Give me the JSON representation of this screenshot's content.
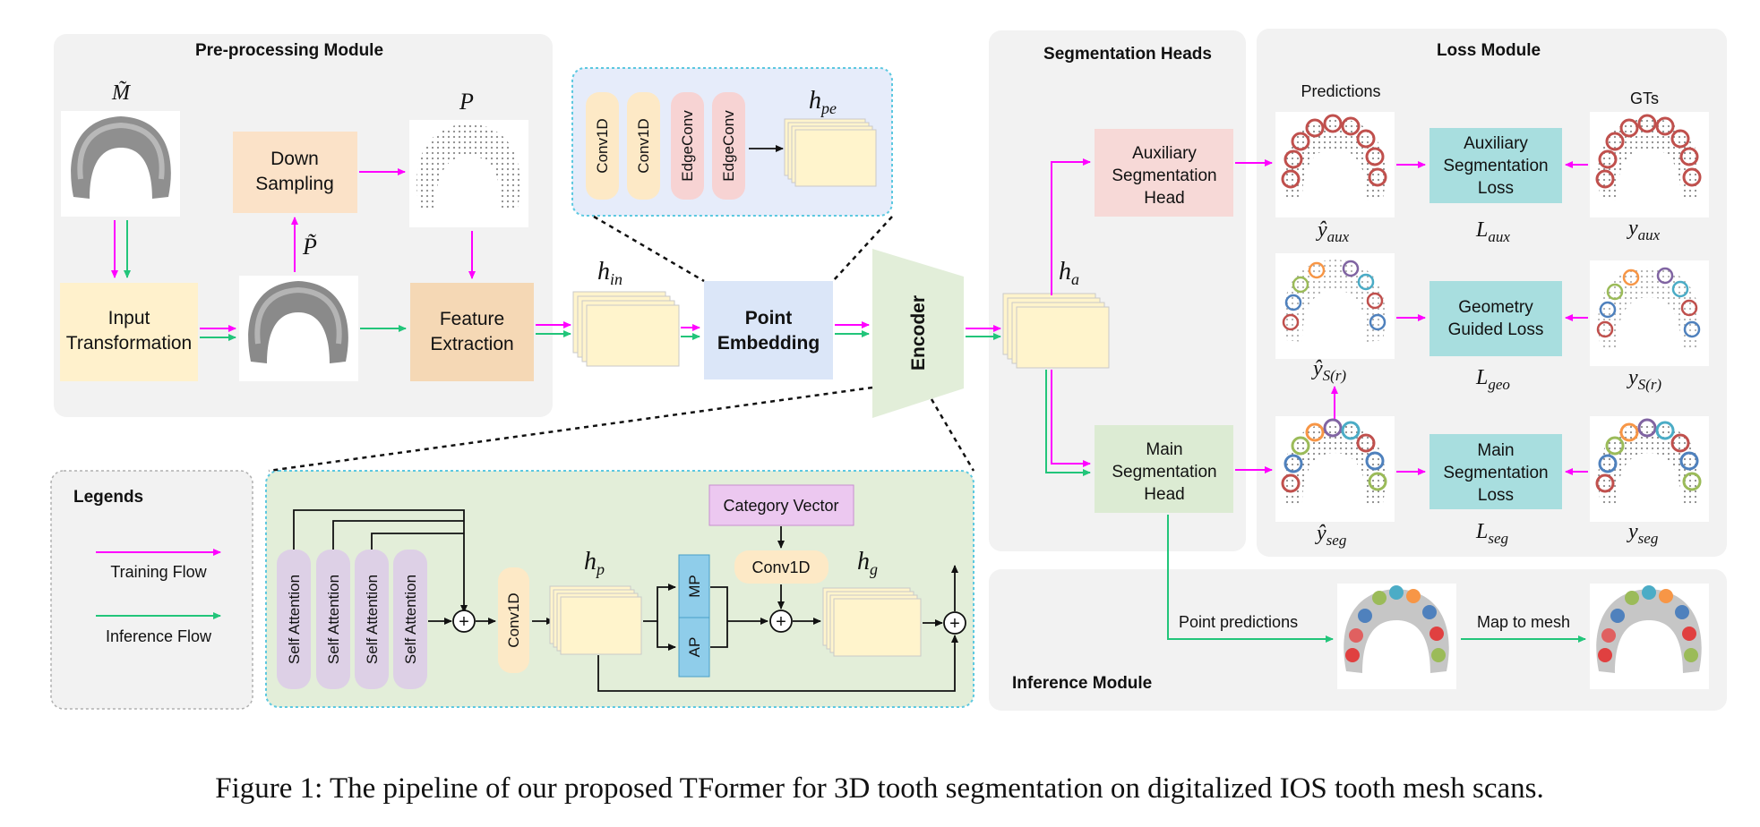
{
  "modules": {
    "preprocessing": "Pre-processing Module",
    "segmentation_heads": "Segmentation Heads",
    "loss": "Loss Module",
    "inference": "Inference Module"
  },
  "preprocessing": {
    "m_tilde": "M̃",
    "p": "P",
    "p_tilde": "P̃",
    "down_sampling": [
      "Down",
      "Sampling"
    ],
    "input_transformation": [
      "Input",
      "Transformation"
    ],
    "feature_extraction": [
      "Feature",
      "Extraction"
    ]
  },
  "embedding": {
    "layers": [
      "Conv1D",
      "Conv1D",
      "EdgeConv",
      "EdgeConv"
    ],
    "h_pe": "h",
    "h_pe_sub": "pe",
    "h_in": "h",
    "h_in_sub": "in",
    "point_embedding": [
      "Point",
      "Embedding"
    ]
  },
  "encoder": {
    "label": "Encoder",
    "h_a": "h",
    "h_a_sub": "a"
  },
  "heads": {
    "auxiliary": [
      "Auxiliary",
      "Segmentation",
      "Head"
    ],
    "main": [
      "Main",
      "Segmentation",
      "Head"
    ]
  },
  "loss": {
    "predictions": "Predictions",
    "gts": "GTs",
    "aux_loss": [
      "Auxiliary",
      "Segmentation",
      "Loss"
    ],
    "geo_loss": [
      "Geometry",
      "Guided Loss"
    ],
    "main_loss": [
      "Main",
      "Segmentation",
      "Loss"
    ],
    "y_aux_hat": "ŷ",
    "y_aux_hat_sub": "aux",
    "l_aux": "L",
    "l_aux_sub": "aux",
    "y_aux": "y",
    "y_aux_sub": "aux",
    "y_s_hat": "ŷ",
    "y_s_hat_sub": "S(r)",
    "l_geo": "L",
    "l_geo_sub": "geo",
    "y_s": "y",
    "y_s_sub": "S(r)",
    "y_seg_hat": "ŷ",
    "y_seg_hat_sub": "seg",
    "l_seg": "L",
    "l_seg_sub": "seg",
    "y_seg": "y",
    "y_seg_sub": "seg"
  },
  "inference": {
    "point_predictions": "Point predictions",
    "map_to_mesh": "Map to mesh"
  },
  "legends": {
    "title": "Legends",
    "training": "Training Flow",
    "inference": "Inference Flow"
  },
  "encoder_detail": {
    "self_attention": "Self Attention",
    "conv1d": "Conv1D",
    "h_p": "h",
    "h_p_sub": "p",
    "mp": "MP",
    "ap": "AP",
    "category_vector": "Category Vector",
    "conv1d_2": "Conv1D",
    "h_g": "h",
    "h_g_sub": "g",
    "plus": "+"
  },
  "caption": "Figure 1: The pipeline of our proposed TFormer for 3D tooth segmentation on digitalized IOS tooth mesh scans.",
  "colors": {
    "training": "#ff00ff",
    "inference": "#22c57a",
    "panel": "#f2f2f2",
    "beige": "#fff1cc",
    "peach": "#fbe2c8",
    "orange": "#f5d8b5",
    "blue": "#dbe6f8",
    "green": "#e2eed9",
    "pink": "#f7d9d7",
    "teal": "#a8dedf",
    "purple": "#ddd0e6",
    "violet": "#ecc8f0",
    "lightblue": "#8fcdea"
  }
}
